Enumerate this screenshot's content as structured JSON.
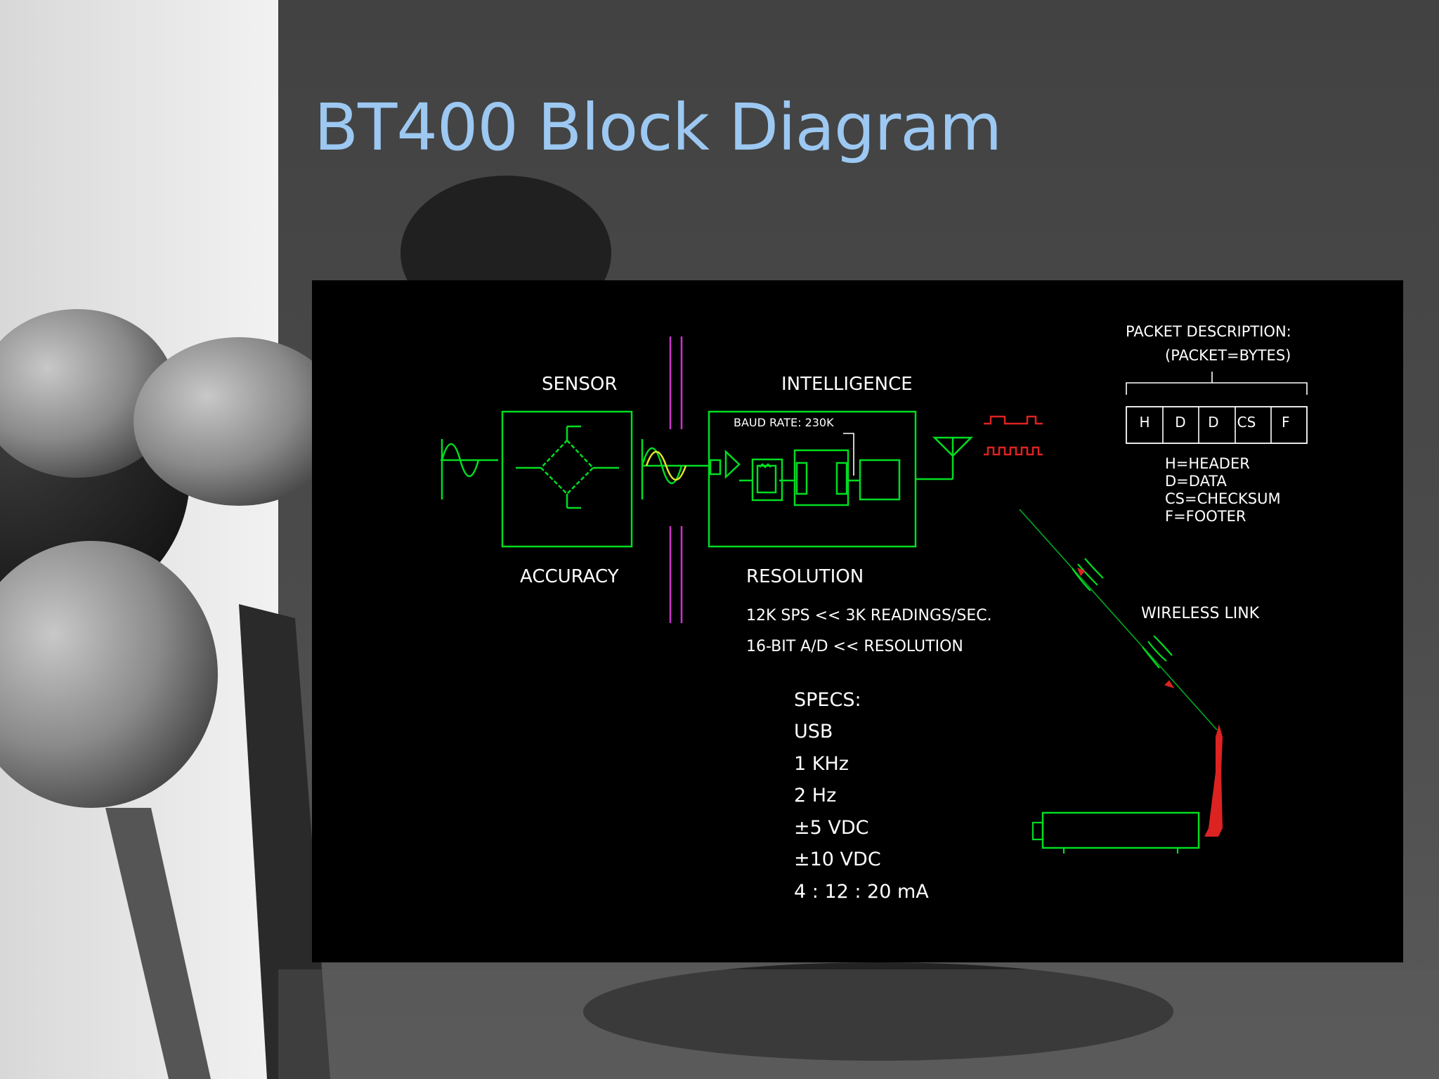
{
  "slide": {
    "title": "BT400 Block Diagram"
  },
  "diagram": {
    "sensor_label": "SENSOR",
    "accuracy_label": "ACCURACY",
    "intelligence_label": "INTELLIGENCE",
    "resolution_label": "RESOLUTION",
    "baud_rate": "BAUD RATE: 230K",
    "sps_note": "12K SPS << 3K READINGS/SEC.",
    "adc_note": "16-BIT A/D << RESOLUTION",
    "wireless_link": "WIRELESS LINK",
    "packet": {
      "title": "PACKET DESCRIPTION:",
      "subtitle": "(PACKET=BYTES)",
      "fields": [
        "H",
        "D",
        "D",
        "CS",
        "F"
      ],
      "legend": [
        "H=HEADER",
        "D=DATA",
        "CS=CHECKSUM",
        "F=FOOTER"
      ]
    },
    "specs": {
      "title": "SPECS:",
      "items": [
        "USB",
        "1 KHz",
        "2 Hz",
        "±5 VDC",
        "±10 VDC",
        "4 : 12 : 20 mA"
      ]
    }
  },
  "colors": {
    "title": "#9cc8f2",
    "trace": "#00dd22",
    "divider": "#cc33cc",
    "signal": "#dd2222",
    "sine_highlight": "#e6e62a"
  }
}
